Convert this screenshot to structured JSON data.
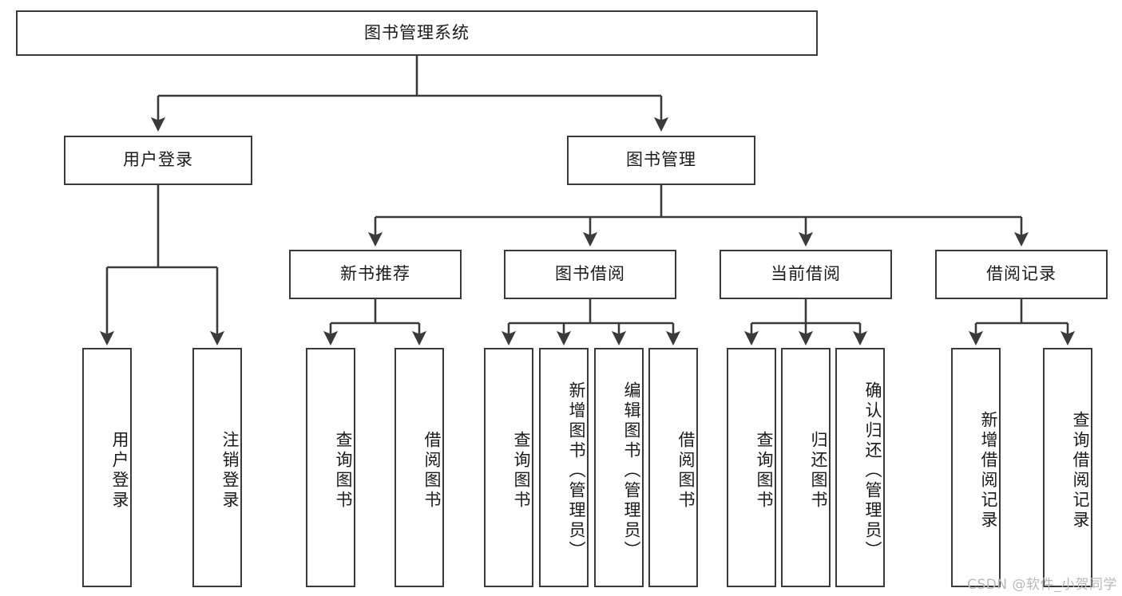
{
  "diagram": {
    "title": "图书管理系统",
    "type": "tree-hierarchy",
    "colors": {
      "box_border": "#3a3a3a",
      "box_fill": "#ffffff",
      "edge": "#3a3a3a",
      "text": "#1a1a1a",
      "watermark": "#b9b9b9",
      "background": "#ffffff"
    },
    "watermark": "CSDN @软件_小贺同学",
    "levels": {
      "root": {
        "label": "图书管理系统"
      },
      "level2": [
        {
          "label": "用户登录"
        },
        {
          "label": "图书管理"
        }
      ],
      "level3": [
        {
          "label": "新书推荐"
        },
        {
          "label": "图书借阅"
        },
        {
          "label": "当前借阅"
        },
        {
          "label": "借阅记录"
        }
      ],
      "leaves": {
        "user_login": [
          {
            "label": "用户登录"
          },
          {
            "label": "注销登录"
          }
        ],
        "new_book_recommend": [
          {
            "label": "查询图书"
          },
          {
            "label": "借阅图书"
          }
        ],
        "book_borrow": [
          {
            "label": "查询图书"
          },
          {
            "label": "新增图书（管理员）"
          },
          {
            "label": "编辑图书（管理员）"
          },
          {
            "label": "借阅图书"
          }
        ],
        "current_borrow": [
          {
            "label": "查询图书"
          },
          {
            "label": "归还图书"
          },
          {
            "label": "确认归还（管理员）"
          }
        ],
        "borrow_record": [
          {
            "label": "新增借阅记录"
          },
          {
            "label": "查询借阅记录"
          }
        ]
      }
    }
  }
}
